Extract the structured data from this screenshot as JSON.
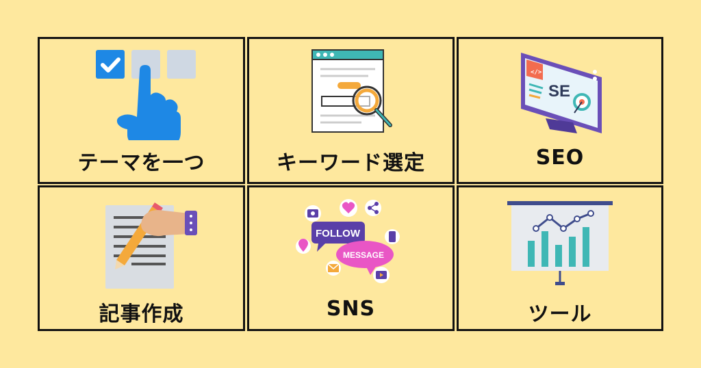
{
  "cards": [
    {
      "label": "テーマを一つ",
      "icon": "pointing-hand-checkbox-icon"
    },
    {
      "label": "キーワード選定",
      "icon": "browser-magnifier-icon"
    },
    {
      "label": "SEO",
      "icon": "seo-monitor-icon"
    },
    {
      "label": "記事作成",
      "icon": "hand-writing-pencil-icon"
    },
    {
      "label": "SNS",
      "icon": "social-bubbles-icon"
    },
    {
      "label": "ツール",
      "icon": "presentation-chart-icon"
    }
  ],
  "sns_bubbles": {
    "follow": "FOLLOW",
    "message": "MESSAGE"
  },
  "seo_screen_text": "SE",
  "colors": {
    "background": "#FEE89E",
    "border": "#111111",
    "accent_blue": "#1E88E5",
    "accent_teal": "#3FB7B5",
    "accent_pink": "#E956C5",
    "accent_purple": "#6A4FB8"
  }
}
